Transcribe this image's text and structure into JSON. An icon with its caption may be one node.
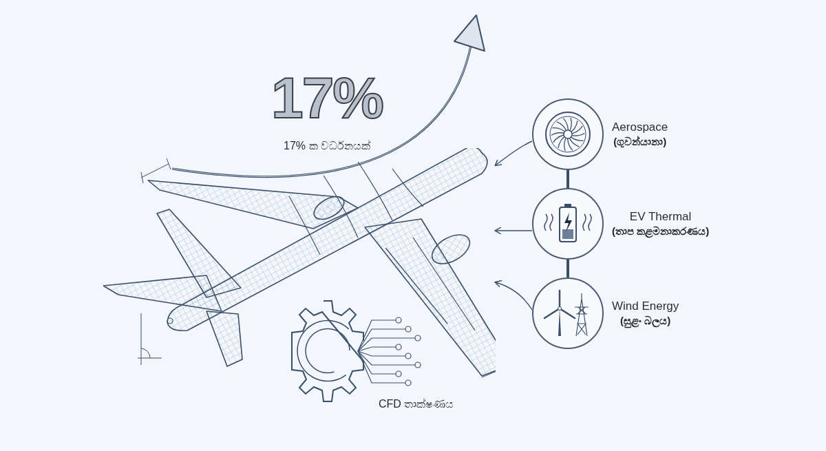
{
  "diagram": {
    "nodes": [
      {
        "text": [
          "17%",
          "17% ක වර්ධනයක්"
        ]
      },
      {
        "text": [],
        "shape": "picture"
      },
      {
        "text": [
          "Aerospace",
          "(ගුවන්යානා)"
        ]
      },
      {
        "text": [
          "EV Thermal",
          "(තාප කළමනාකරණය)"
        ]
      },
      {
        "text": [
          "Wind Energy",
          "(සුළං බලය)"
        ]
      },
      {
        "text": [
          "CFD තාක්ෂණය"
        ]
      }
    ],
    "edges": [
      {
        "from": 2,
        "to": 1,
        "arrow": "to"
      },
      {
        "from": 3,
        "to": 1,
        "arrow": "to"
      },
      {
        "from": 4,
        "to": 1,
        "arrow": "to"
      },
      {
        "from": 2,
        "to": 3,
        "arrow": "none",
        "style": "thick"
      },
      {
        "from": 3,
        "to": 4,
        "arrow": "none",
        "style": "thick"
      }
    ]
  }
}
